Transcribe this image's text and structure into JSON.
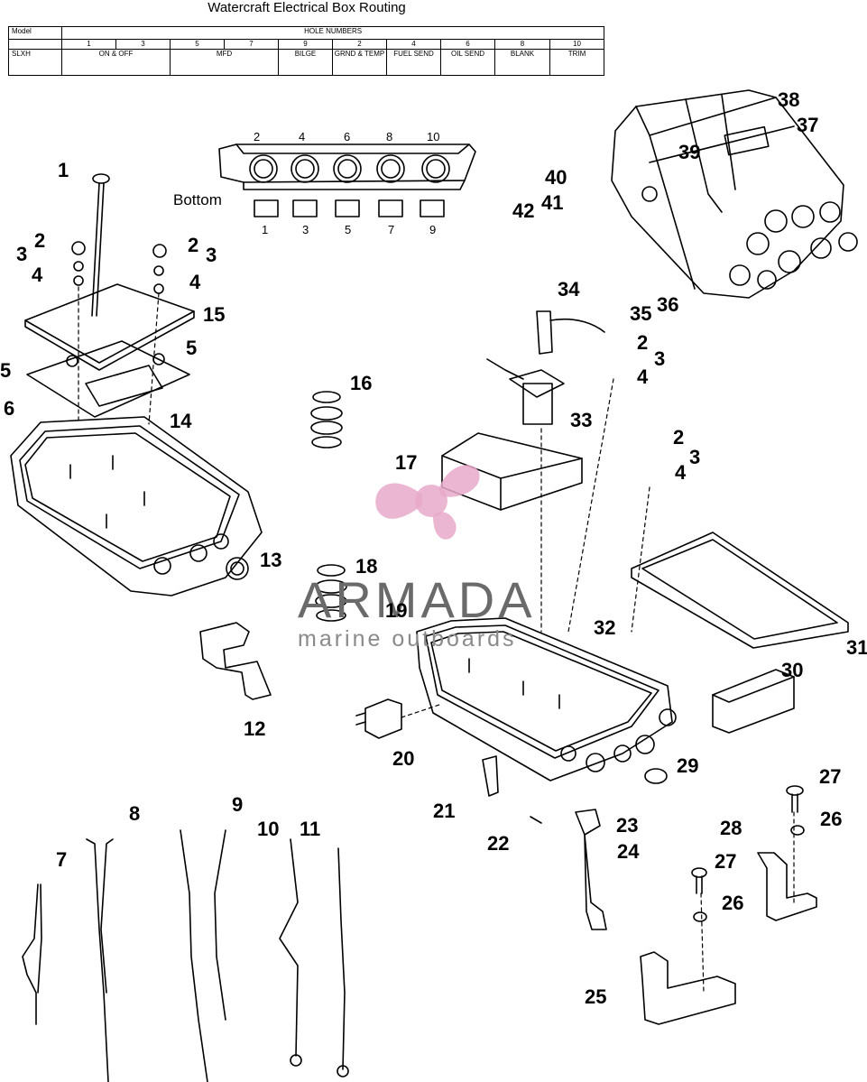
{
  "title": "Watercraft Electrical Box Routing",
  "table": {
    "model_header": "Model",
    "hole_numbers_header": "HOLE NUMBERS",
    "hole_numbers": [
      "1",
      "3",
      "5",
      "7",
      "9",
      "2",
      "4",
      "6",
      "8",
      "10"
    ],
    "model": "SLXH",
    "routing": [
      "ON & OFF",
      "MFD",
      "BILGE",
      "GRND & TEMP",
      "FUEL SEND",
      "OIL SEND",
      "BLANK",
      "TRIM"
    ]
  },
  "bottom_view": {
    "label": "Bottom",
    "top_holes": [
      "2",
      "4",
      "6",
      "8",
      "10"
    ],
    "bottom_holes": [
      "1",
      "3",
      "5",
      "7",
      "9"
    ]
  },
  "part_labels": {
    "p1": "1",
    "p2a": "2",
    "p3a": "3",
    "p4a": "4",
    "p2b": "2",
    "p3b": "3",
    "p4b": "4",
    "p5a": "5",
    "p5b": "5",
    "p6": "6",
    "p7": "7",
    "p8": "8",
    "p9": "9",
    "p10": "10",
    "p11": "11",
    "p12": "12",
    "p13": "13",
    "p14": "14",
    "p15": "15",
    "p16": "16",
    "p17": "17",
    "p18": "18",
    "p19": "19",
    "p20": "20",
    "p21": "21",
    "p22": "22",
    "p23": "23",
    "p24": "24",
    "p25": "25",
    "p26a": "26",
    "p26b": "26",
    "p27a": "27",
    "p27b": "27",
    "p28": "28",
    "p29": "29",
    "p30": "30",
    "p31": "31",
    "p32": "32",
    "p33": "33",
    "p34": "34",
    "p35": "35",
    "p36": "36",
    "p37": "37",
    "p38": "38",
    "p39": "39",
    "p40": "40",
    "p41": "41",
    "p42": "42",
    "p2c": "2",
    "p3c": "3",
    "p4c": "4",
    "p2d": "2",
    "p3d": "3",
    "p4d": "4"
  },
  "watermark": {
    "brand": "ARMADA",
    "tagline": "marine outboards",
    "logo_color": "#e7a9c9"
  }
}
